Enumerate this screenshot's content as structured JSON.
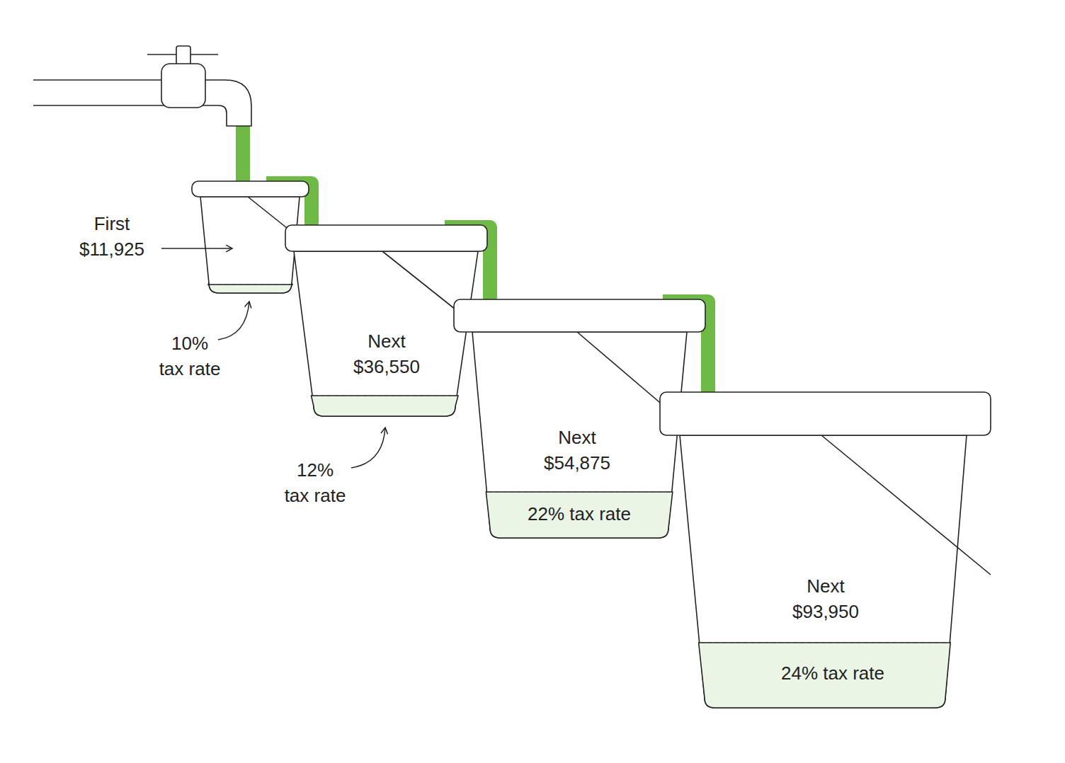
{
  "diagram": {
    "nodes": [
      {
        "text": [
          "First $11,925",
          "10% tax rate"
        ]
      },
      {
        "text": [
          "Next $36,550",
          "12% tax rate"
        ]
      },
      {
        "text": [
          "Next $54,875",
          "22% tax rate"
        ]
      },
      {
        "text": [
          "Next $93,950",
          "24% tax rate"
        ]
      }
    ],
    "edges": [
      {
        "from": 0,
        "to": 1,
        "arrow": "none"
      },
      {
        "from": 1,
        "to": 2,
        "arrow": "none"
      },
      {
        "from": 2,
        "to": 3,
        "arrow": "none"
      }
    ]
  }
}
